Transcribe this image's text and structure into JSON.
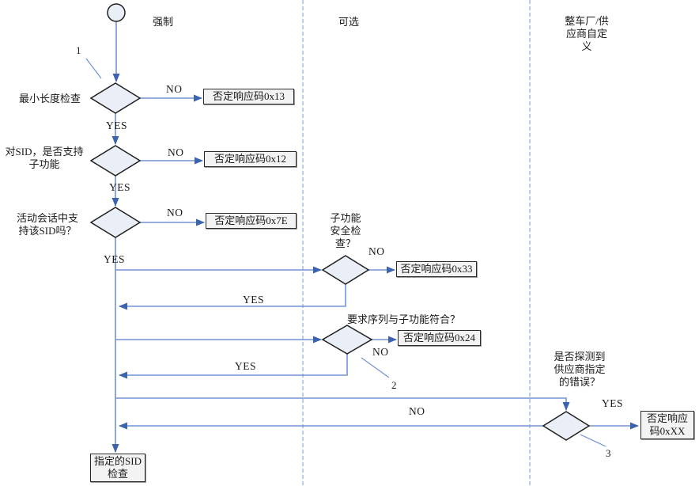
{
  "lanes": [
    {
      "label": "强制"
    },
    {
      "label": "可选"
    },
    {
      "label": "整车厂/供\n应商自定\n义"
    }
  ],
  "decisions": [
    {
      "label": "最小长度检查"
    },
    {
      "label": "对SID，是否支持\n子功能"
    },
    {
      "label": "活动会话中支\n持该SID吗？"
    },
    {
      "label": "子功能\n安全检\n查？"
    },
    {
      "label": "要求序列与子功能符合？"
    },
    {
      "label": "是否探测到\n供应商指定\n的错误？"
    }
  ],
  "responses": [
    {
      "label": "否定响应码0x13"
    },
    {
      "label": "否定响应码0x12"
    },
    {
      "label": "否定响应码0x7E"
    },
    {
      "label": "否定响应码0x33"
    },
    {
      "label": "否定响应码0x24"
    },
    {
      "label": "否定响应\n码0xXX"
    }
  ],
  "terminal": {
    "label": "指定的SID\n检查"
  },
  "text": {
    "yes": "YES",
    "no": "NO"
  },
  "callouts": [
    "1",
    "2",
    "3"
  ],
  "colors": {
    "line": "#7293d4",
    "arrow": "#3b63ae",
    "shape_fill": "#e9eef7",
    "shape_border": "#1f1f1f",
    "box_fill": "#f3f3f3"
  }
}
